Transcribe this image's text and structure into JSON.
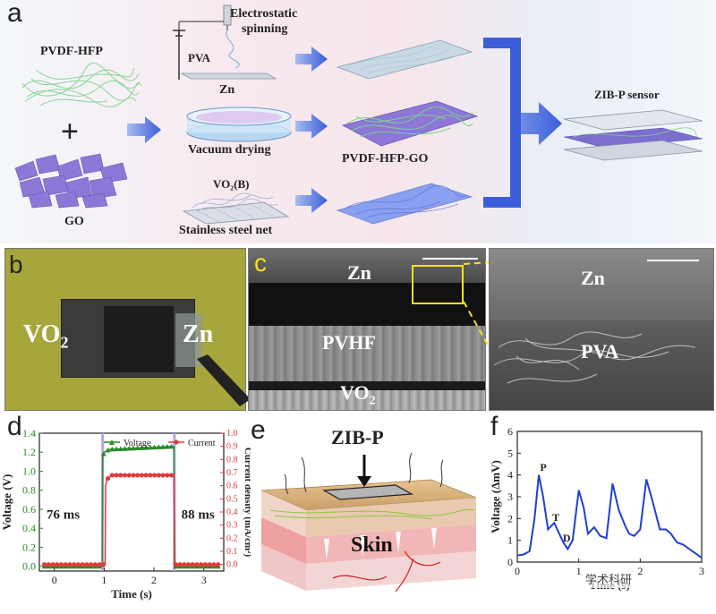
{
  "panels": {
    "a": "a",
    "b": "b",
    "c": "c",
    "d": "d",
    "e": "e",
    "f": "f"
  },
  "panel_a": {
    "pvdf_hfp": "PVDF-HFP",
    "plus": "+",
    "go": "GO",
    "electrostatic": "Electrostatic",
    "spinning": "spinning",
    "pva": "PVA",
    "zn": "Zn",
    "vacuum_drying": "Vacuum drying",
    "vo2b": "VO₂(B)",
    "stainless": "Stainless steel net",
    "pvdf_hfp_go": "PVDF-HFP-GO",
    "zib_p_sensor": "ZIB-P sensor"
  },
  "panel_b": {
    "vo2": "VO",
    "vo2_sub": "2",
    "zn": "Zn"
  },
  "panel_c": {
    "zn": "Zn",
    "pvhf": "PVHF",
    "vo2": "VO",
    "vo2_sub": "2"
  },
  "panel_c2": {
    "zn": "Zn",
    "pva": "PVA"
  },
  "panel_e": {
    "zib_p": "ZIB-P",
    "skin": "Skin"
  },
  "watermark": "学术科研",
  "colors": {
    "voltage": "#2a8a2a",
    "current": "#e03a3a",
    "panel_f": "#1f3fd0",
    "arrow": "#3b5ed8",
    "highlight": "#f5e21a"
  },
  "chart_data": [
    {
      "type": "line",
      "panel": "d",
      "xlabel": "Time (s)",
      "ylabel": "Voltage (V)",
      "ylabel2": "Current density (mA/cm²)",
      "xlim": [
        -0.3,
        3.4
      ],
      "ylim": [
        -0.05,
        1.4
      ],
      "ylim2": [
        -0.05,
        1.0
      ],
      "xticks": [
        "0",
        "1",
        "2",
        "3"
      ],
      "yticks": [
        "0.0",
        "0.2",
        "0.4",
        "0.6",
        "0.8",
        "1.0",
        "1.2",
        "1.4"
      ],
      "yticks2": [
        "0.0",
        "0.1",
        "0.2",
        "0.3",
        "0.4",
        "0.5",
        "0.6",
        "0.7",
        "0.8",
        "0.9",
        "1.0"
      ],
      "annotations": [
        "76 ms",
        "88 ms"
      ],
      "series": [
        {
          "name": "Voltage",
          "axis": "left",
          "x": [
            -0.2,
            0.96,
            0.97,
            1.0,
            1.1,
            2.3,
            2.4,
            2.41,
            3.3
          ],
          "y": [
            0.0,
            0.0,
            1.15,
            1.2,
            1.23,
            1.26,
            1.26,
            0.0,
            0.0
          ]
        },
        {
          "name": "Current",
          "axis": "right",
          "x": [
            -0.2,
            1.02,
            1.03,
            1.06,
            1.15,
            2.3,
            2.4,
            2.42,
            3.3
          ],
          "y": [
            0.0,
            0.0,
            0.6,
            0.65,
            0.68,
            0.68,
            0.68,
            0.0,
            0.0
          ]
        }
      ]
    },
    {
      "type": "line",
      "panel": "f",
      "xlabel": "Time (s)",
      "ylabel": "Voltage (ΔmV)",
      "xlim": [
        0,
        3
      ],
      "ylim": [
        0,
        6
      ],
      "xticks": [
        "0",
        "1",
        "2",
        "3"
      ],
      "yticks": [
        "0",
        "1",
        "2",
        "3",
        "4",
        "5",
        "6"
      ],
      "annotations": [
        "P",
        "T",
        "D"
      ],
      "series": [
        {
          "name": "",
          "x": [
            0,
            0.1,
            0.2,
            0.28,
            0.35,
            0.42,
            0.5,
            0.6,
            0.7,
            0.75,
            0.82,
            0.9,
            1.0,
            1.08,
            1.15,
            1.25,
            1.35,
            1.45,
            1.55,
            1.65,
            1.75,
            1.82,
            1.9,
            2.0,
            2.1,
            2.2,
            2.32,
            2.42,
            2.5,
            2.6,
            2.7,
            2.8,
            2.9,
            3.0
          ],
          "y": [
            0.3,
            0.35,
            0.5,
            2.0,
            4.0,
            3.0,
            1.5,
            1.8,
            1.2,
            0.9,
            0.6,
            1.0,
            3.3,
            2.5,
            1.3,
            1.6,
            1.2,
            1.1,
            3.6,
            2.4,
            1.7,
            1.3,
            1.2,
            1.5,
            3.8,
            2.8,
            1.5,
            1.5,
            1.3,
            0.9,
            0.8,
            0.6,
            0.4,
            0.2
          ]
        }
      ]
    }
  ]
}
